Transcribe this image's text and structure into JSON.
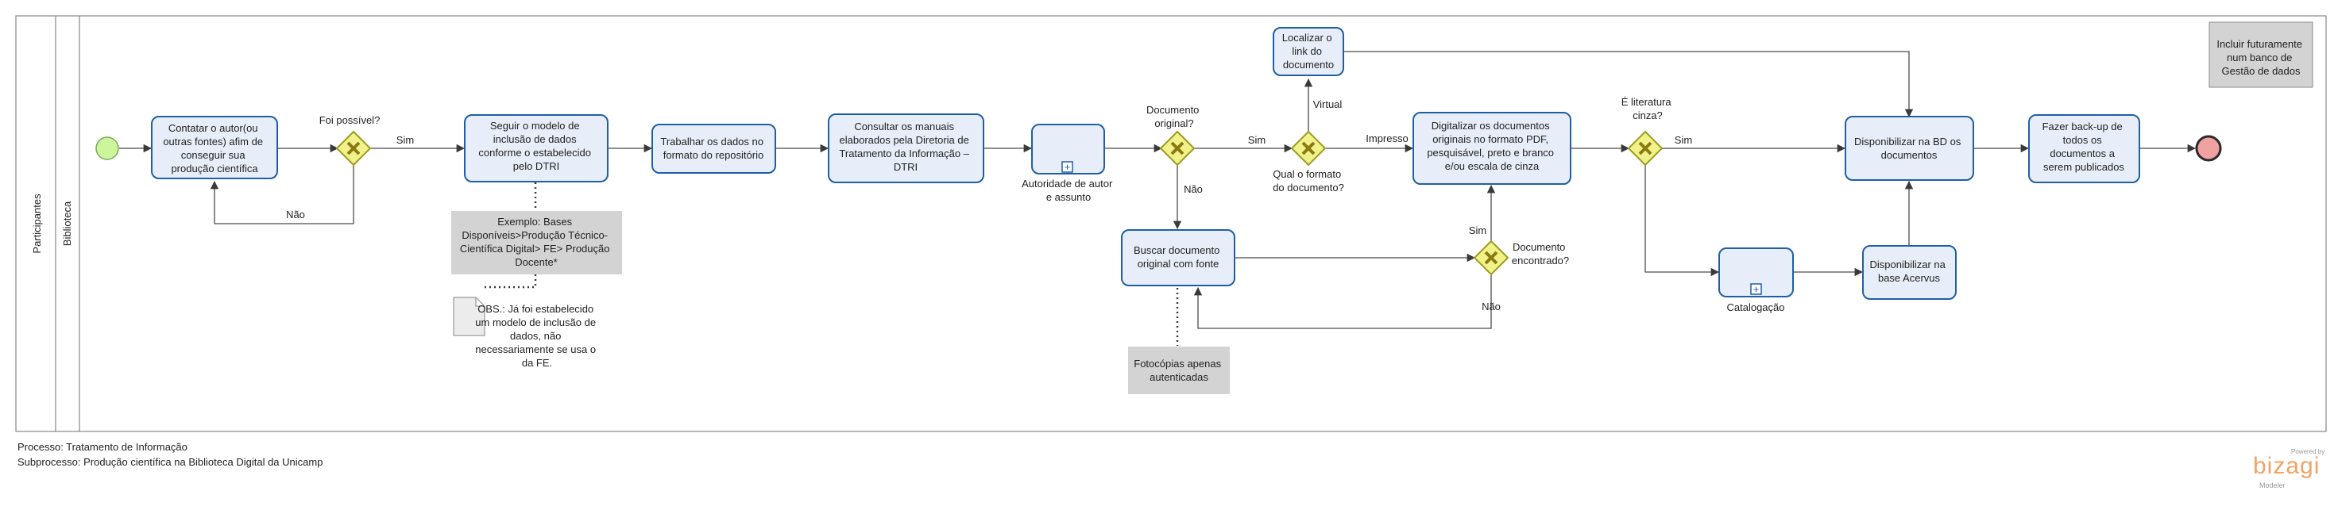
{
  "pool": {
    "title": "Participantes",
    "lane": "Biblioteca"
  },
  "tasks": {
    "contatar": "Contatar o autor(ou outras fontes) afim de conseguir sua produção científica",
    "seguir": "Seguir o modelo de inclusão de dados conforme o estabelecido pelo DTRI",
    "trabalhar": "Trabalhar os dados no formato do repositório",
    "consultar": "Consultar os manuais elaborados pela Diretoria de Tratamento da Informação – DTRI",
    "autoridade": "Autoridade de autor e assunto",
    "localizar": "Localizar o link do documento",
    "buscar": "Buscar documento original com fonte",
    "digitalizar": "Digitalizar os documentos originais no formato PDF, pesquisável, preto e branco e/ou escala de cinza",
    "disponibilizar_bd": "Disponibilizar na BD os documentos",
    "catalogacao": "Catalogação",
    "disponibilizar_acervus": "Disponibilizar na base Acervus",
    "backup": "Fazer back-up de todos os documentos a serem publicados"
  },
  "gateways": {
    "foi_possivel": "Foi possível?",
    "documento_original": "Documento original?",
    "qual_formato": "Qual o formato do documento?",
    "documento_encontrado": "Documento encontrado?",
    "literatura_cinza": "É literatura cinza?"
  },
  "flows": {
    "sim_1": "Sim",
    "nao_1": "Não",
    "sim_2": "Sim",
    "nao_2": "Não",
    "virtual": "Virtual",
    "impresso": "Impresso",
    "sim_3": "Sim",
    "nao_3": "Não",
    "sim_4": "Sim"
  },
  "annotations": {
    "exemplo": "Exemplo: Bases Disponíveis>Produção Técnico-Científica Digital> FE> Produção Docente*",
    "obs": "OBS.: Já foi estabelecido um modelo de inclusão de dados, não necessariamente se usa o da FE.",
    "fotocopias": "Fotocópias apenas autenticadas",
    "futuramente": "Incluir futuramente num banco de Gestão de dados"
  },
  "footer": {
    "processo": "Processo: Tratamento de Informação",
    "subprocesso": "Subprocesso: Produção científica na Biblioteca Digital da Unicamp"
  },
  "brand": {
    "powered": "Powered by",
    "name": "bizagi",
    "sub": "Modeler"
  },
  "colors": {
    "task_fill": "#e8eef9",
    "task_stroke": "#1f5fa6",
    "gateway_fill": "#f2f28a",
    "gateway_stroke": "#9c9c1f",
    "start_fill": "#ccf59c",
    "end_fill": "#f1a1a1",
    "annotation_fill": "#d3d3d3",
    "flow": "#4a4a4a"
  }
}
